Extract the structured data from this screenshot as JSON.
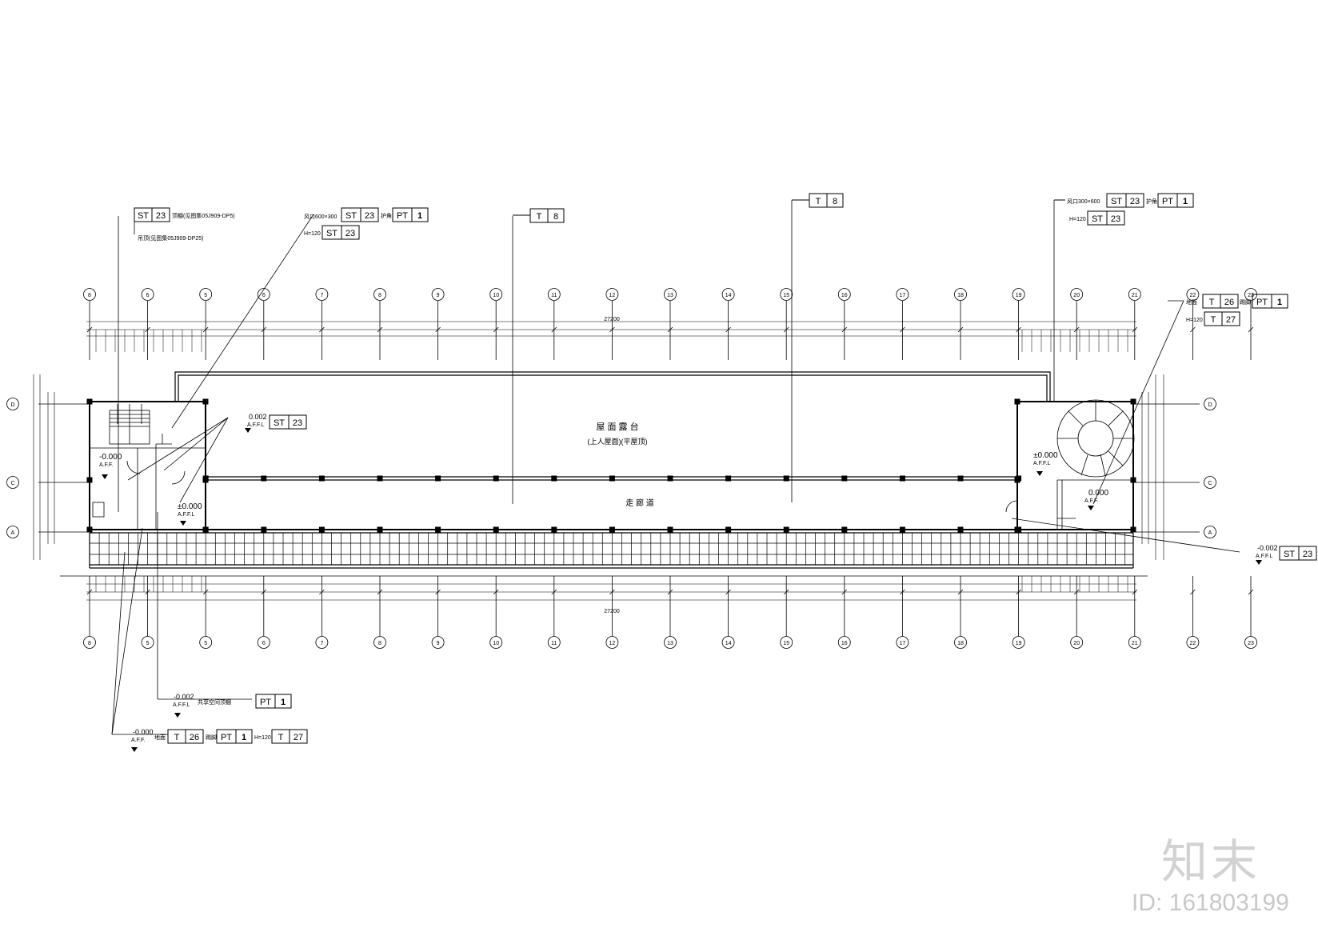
{
  "axes": {
    "top_labels": [
      "8",
      "6",
      "5",
      "6",
      "7",
      "8",
      "9",
      "10",
      "11",
      "12",
      "13",
      "14",
      "15",
      "16",
      "17",
      "18",
      "19",
      "20",
      "21",
      "22",
      "23"
    ],
    "bottom_labels": [
      "8",
      "5",
      "5",
      "6",
      "7",
      "8",
      "9",
      "10",
      "11",
      "12",
      "13",
      "14",
      "15",
      "16",
      "17",
      "18",
      "19",
      "20",
      "21",
      "22",
      "23"
    ],
    "side_labels": [
      "D",
      "C",
      "A"
    ]
  },
  "callouts": {
    "tl1_top": {
      "code": "ST",
      "num": "23",
      "note": "顶棚(见图集05J909-DP5)"
    },
    "tl1_sub": {
      "note": "吊顶(见图集05J909-DP25)"
    },
    "tl2_top": {
      "prefix": "风口600×300",
      "code": "ST",
      "num": "23",
      "mid": "护角",
      "code2": "PT",
      "num2": "1"
    },
    "tl2_sub": {
      "prefix": "H=120",
      "code": "ST",
      "num": "23"
    },
    "t8a": {
      "code": "T",
      "num": "8"
    },
    "t8b": {
      "code": "T",
      "num": "8"
    },
    "tr1_top": {
      "prefix": "风口300×600",
      "code": "ST",
      "num": "23",
      "mid": "护角",
      "code2": "PT",
      "num2": "1"
    },
    "tr1_sub": {
      "prefix": "H=120",
      "code": "ST",
      "num": "23"
    },
    "tr2_top": {
      "prefix": "地面",
      "code": "T",
      "num": "26",
      "mid": "踢脚",
      "code2": "PT",
      "num2": "1"
    },
    "tr2_sub": {
      "prefix": "H=120",
      "code": "T",
      "num": "27"
    },
    "mid_lvl": {
      "level": "0.002",
      "sub": "A.F.F.L",
      "code": "ST",
      "num": "23"
    },
    "right_lvl": {
      "level": "-0.002",
      "sub": "A.F.F.L",
      "code": "ST",
      "num": "23"
    },
    "bot1": {
      "level": "-0.002",
      "sub": "A.F.F.L",
      "note": "共享空间顶棚",
      "code": "PT",
      "num": "1"
    },
    "bot2": {
      "level": "-0.000",
      "sub": "A.F.F.",
      "prefix": "地面",
      "code": "T",
      "num": "26",
      "mid": "踢脚",
      "code2": "PT",
      "num2": "1",
      "mid2": "H=120",
      "code3": "T",
      "num3": "27"
    }
  },
  "rooms": {
    "roof_title": "屋 面 露 台",
    "roof_sub": "(上人屋面)(平屋顶)",
    "corridor": "走 廊 道",
    "lvl_left": "-0.000",
    "lvl_left_sub": "A.F.F.",
    "lvl_mid": "±0.000",
    "lvl_mid_sub": "A.F.F.L",
    "lvl_right": "±0.000",
    "lvl_right_sub": "A.F.F.L",
    "lvl_right2": "0.000",
    "lvl_right2_sub": "A.F.F."
  },
  "dims": {
    "top_total": "27200",
    "bottom_total": "27200"
  },
  "watermark": {
    "logo": "知末",
    "id": "ID: 161803199"
  }
}
